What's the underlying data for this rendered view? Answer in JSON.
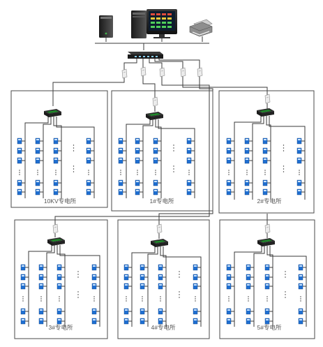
{
  "colors": {
    "line": "#3a3a3a",
    "frame": "#4a4a4a",
    "meter_blue": "#1f6fd1",
    "switch_green": "#1f8a2a",
    "switch_body": "#2b2b2b"
  },
  "icons": {
    "server": "server-tower-icon",
    "workstation": "monitoring-workstation-icon",
    "printer": "printer-icon",
    "core_switch": "network-switch-icon",
    "converter": "media-converter-icon",
    "hub": "serial-hub-icon",
    "meter": "power-meter-icon"
  },
  "substations": [
    {
      "id": "s10kv",
      "label": "10KV专电所"
    },
    {
      "id": "s1",
      "label": "1#专电所"
    },
    {
      "id": "s2",
      "label": "2#专电所"
    },
    {
      "id": "s3",
      "label": "3#专电所"
    },
    {
      "id": "s4",
      "label": "4#专电所"
    },
    {
      "id": "s5",
      "label": "5#专电所"
    }
  ]
}
